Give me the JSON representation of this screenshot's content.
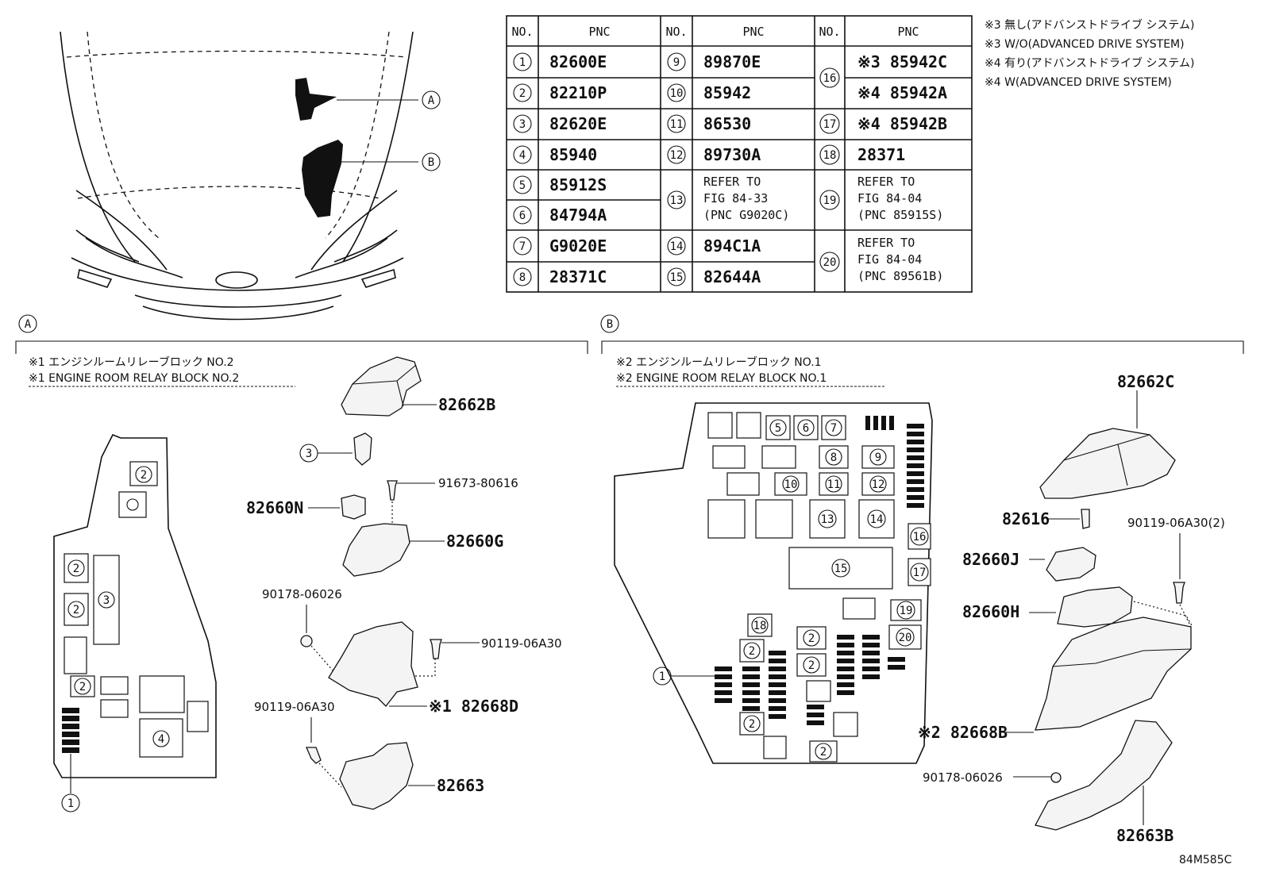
{
  "notes": [
    "※3 無し(アドバンストドライブ システム)",
    "※3 W/O(ADVANCED DRIVE SYSTEM)",
    "※4 有り(アドバンストドライブ システム)",
    "※4 W(ADVANCED DRIVE SYSTEM)"
  ],
  "table": {
    "header_no": "NO.",
    "header_pnc": "PNC",
    "rows": {
      "r1": {
        "no": "1",
        "pnc": "82600E"
      },
      "r2": {
        "no": "2",
        "pnc": "82210P"
      },
      "r3": {
        "no": "3",
        "pnc": "82620E"
      },
      "r4": {
        "no": "4",
        "pnc": "85940"
      },
      "r5": {
        "no": "5",
        "pnc": "85912S"
      },
      "r6": {
        "no": "6",
        "pnc": "84794A"
      },
      "r7": {
        "no": "7",
        "pnc": "G9020E"
      },
      "r8": {
        "no": "8",
        "pnc": "28371C"
      },
      "r9": {
        "no": "9",
        "pnc": "89870E"
      },
      "r10": {
        "no": "10",
        "pnc": "85942"
      },
      "r11": {
        "no": "11",
        "pnc": "86530"
      },
      "r12": {
        "no": "12",
        "pnc": "89730A"
      },
      "r13": {
        "no": "13",
        "l1": "REFER TO",
        "l2": "FIG 84-33",
        "l3": "(PNC G9020C)"
      },
      "r14": {
        "no": "14",
        "pnc": "894C1A"
      },
      "r15": {
        "no": "15",
        "pnc": "82644A"
      },
      "r16": {
        "no": "16",
        "pnc_a": "※3 85942C",
        "pnc_b": "※4 85942A"
      },
      "r17": {
        "no": "17",
        "pnc": "※4 85942B"
      },
      "r18": {
        "no": "18",
        "pnc": "28371"
      },
      "r19": {
        "no": "19",
        "l1": "REFER TO",
        "l2": "FIG 84-04",
        "l3": "(PNC 85915S)"
      },
      "r20": {
        "no": "20",
        "l1": "REFER TO",
        "l2": "FIG 84-04",
        "l3": "(PNC 89561B)"
      }
    }
  },
  "location_markers": {
    "a": "A",
    "b": "B"
  },
  "section_a": {
    "marker": "A",
    "title_jp": "※1 エンジンルームリレーブロック NO.2",
    "title_en": "※1 ENGINE ROOM RELAY BLOCK NO.2",
    "parts": {
      "p82662B": "82662B",
      "p91673": "91673-80616",
      "p82660N": "82660N",
      "p82660G": "82660G",
      "p90178": "90178-06026",
      "p90119a": "90119-06A30",
      "p90119b": "90119-06A30",
      "p82668D": "※1 82668D",
      "p82663": "82663"
    },
    "callouts": {
      "c1": "1",
      "c2": "2",
      "c3": "3",
      "c4": "4",
      "c3b": "3"
    }
  },
  "section_b": {
    "marker": "B",
    "title_jp": "※2 エンジンルームリレーブロック NO.1",
    "title_en": "※2 ENGINE ROOM RELAY BLOCK NO.1",
    "parts": {
      "p82662C": "82662C",
      "p82616": "82616",
      "p90119": "90119-06A30(2)",
      "p82660J": "82660J",
      "p82660H": "82660H",
      "p82668B": "※2 82668B",
      "p90178": "90178-06026",
      "p82663B": "82663B"
    },
    "callouts": {
      "c1": "1",
      "c2": "2",
      "c5": "5",
      "c6": "6",
      "c7": "7",
      "c8": "8",
      "c9": "9",
      "c10": "10",
      "c11": "11",
      "c12": "12",
      "c13": "13",
      "c14": "14",
      "c15": "15",
      "c16": "16",
      "c17": "17",
      "c18": "18",
      "c19": "19",
      "c20": "20"
    }
  },
  "figure_code": "84M585C"
}
